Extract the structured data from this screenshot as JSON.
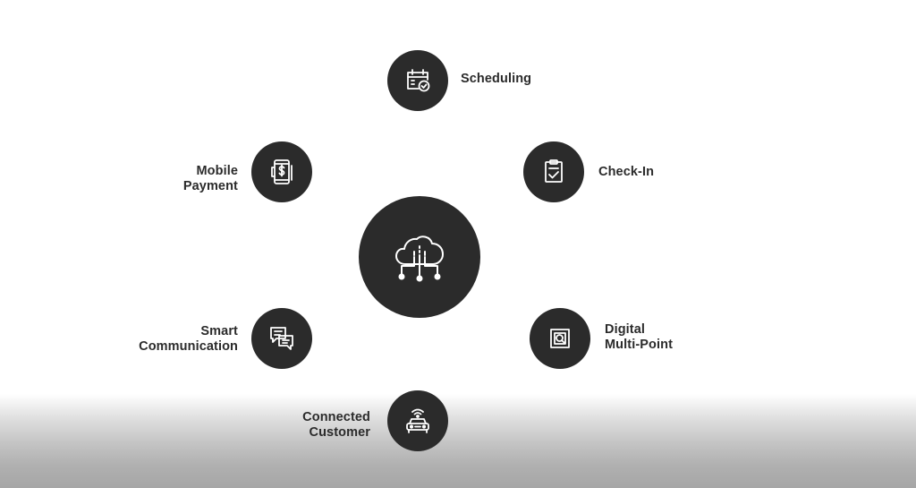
{
  "hub": {
    "icon": "cloud-network-icon"
  },
  "features": [
    {
      "id": "scheduling",
      "lines": [
        "Scheduling"
      ],
      "icon": "calendar-check-icon"
    },
    {
      "id": "check-in",
      "lines": [
        "Check-In"
      ],
      "icon": "clipboard-check-icon"
    },
    {
      "id": "digital-multi-point",
      "lines": [
        "Digital",
        "Multi-Point"
      ],
      "icon": "inspection-search-icon"
    },
    {
      "id": "connected-customer",
      "lines": [
        "Connected",
        "Customer"
      ],
      "icon": "connected-car-icon"
    },
    {
      "id": "smart-communication",
      "lines": [
        "Smart",
        "Communication"
      ],
      "icon": "chat-bubbles-icon"
    },
    {
      "id": "mobile-payment",
      "lines": [
        "Mobile",
        "Payment"
      ],
      "icon": "mobile-payment-icon"
    }
  ],
  "colors": {
    "node_fill": "#2b2b2b",
    "icon_stroke": "#ffffff",
    "label_text": "#2b2b2b",
    "background": "#ffffff"
  }
}
